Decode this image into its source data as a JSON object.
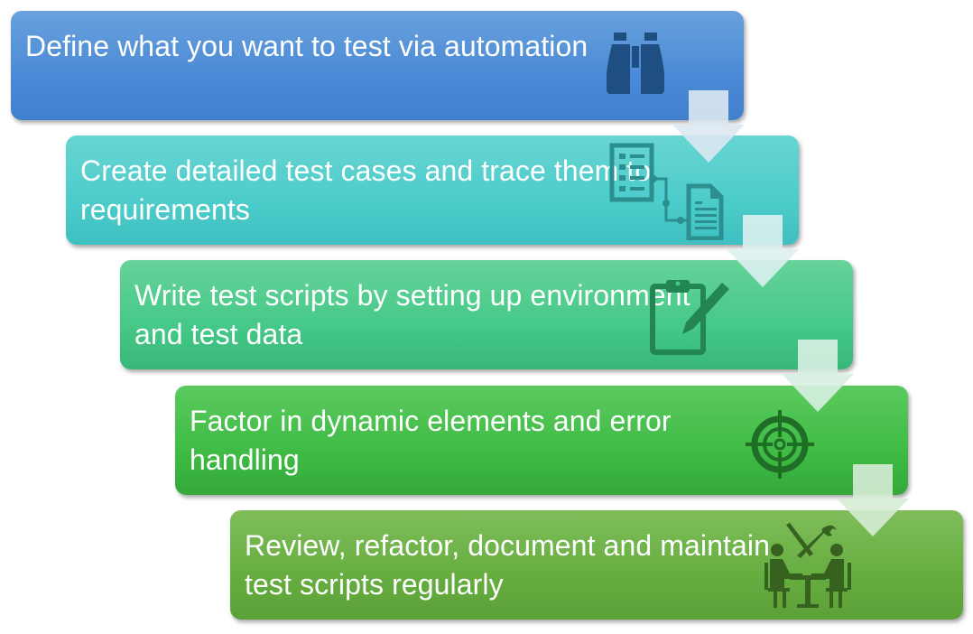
{
  "steps": [
    {
      "text": "Define what you want to test via automation",
      "icon": "binoculars-icon",
      "color": "#4a8ad6",
      "icon_color": "#1f4f82"
    },
    {
      "text": "Create detailed test cases and trace them to requirements",
      "icon": "traceability-documents-icon",
      "color": "#4ccccb",
      "icon_color": "#2a8f8e"
    },
    {
      "text": "Write test scripts by setting up environment and test data",
      "icon": "clipboard-pencil-icon",
      "color": "#45c888",
      "icon_color": "#238553"
    },
    {
      "text": "Factor in dynamic elements and error handling",
      "icon": "target-crosshair-icon",
      "color": "#40bb45",
      "icon_color": "#1f6e25"
    },
    {
      "text": "Review, refactor, document and maintain test scripts regularly",
      "icon": "team-meeting-tools-icon",
      "color": "#66ad40",
      "icon_color": "#36611f"
    }
  ],
  "arrow_color": "#dbe8f2"
}
